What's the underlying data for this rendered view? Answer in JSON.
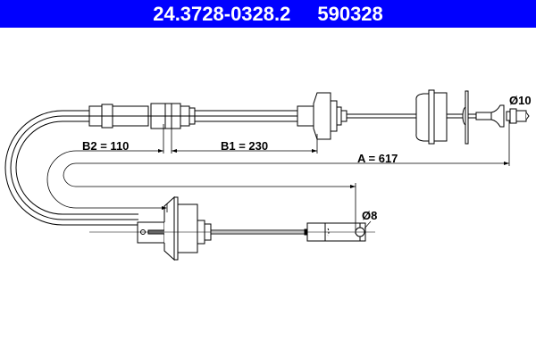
{
  "header": {
    "part_number": "24.3728-0328.2",
    "ref_number": "590328",
    "background_color": "#0000ff",
    "text_color": "#ffffff"
  },
  "drawing": {
    "subject": "clutch cable technical drawing",
    "dimensions": {
      "b2": "B2 = 110",
      "b1": "B1 = 230",
      "a": "A = 617",
      "d_top": "Ø10",
      "d_bottom": "Ø8"
    },
    "line_color": "#000000"
  }
}
